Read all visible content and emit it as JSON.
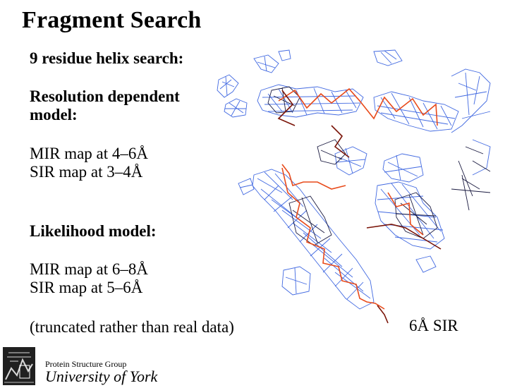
{
  "title": "Fragment Search",
  "heading": "9 residue helix search:",
  "resolution_model": {
    "line1": "Resolution dependent",
    "line2": "model:"
  },
  "mir_map_1": "MIR map at 4–6Å",
  "sir_map_1": "SIR map at 3–4Å",
  "likelihood_model": "Likelihood model:",
  "mir_map_2": "MIR map at 6–8Å",
  "sir_map_2": "SIR map at 5–6Å",
  "note": "(truncated rather than real data)",
  "figure_caption": "6Å SIR",
  "footer": {
    "group": "Protein Structure Group",
    "university": "University of York"
  },
  "colors": {
    "mesh": "#4169e1",
    "dark_mesh": "#1a1a40",
    "trace": "#e84a1a",
    "trace_dark": "#7a1408"
  }
}
